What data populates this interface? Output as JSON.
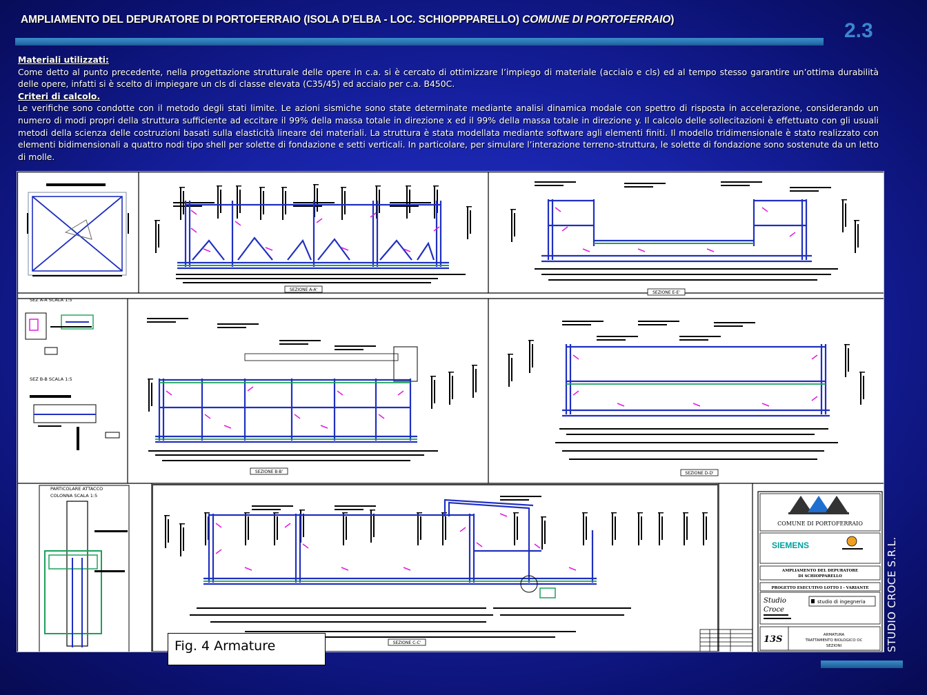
{
  "header": {
    "title_main": "AMPLIAMENTO DEL DEPURATORE DI PORTOFERRAIO (ISOLA D’ELBA - LOC. SCHIOPPPARELLO) ",
    "title_italic": "COMUNE DI PORTOFERRAIO",
    "title_end": ")",
    "slide_number": "2.3"
  },
  "body": {
    "materials_heading": "Materiali utilizzati:",
    "materials_text": "Come detto al punto precedente, nella progettazione strutturale delle opere in c.a. si è cercato di ottimizzare l’impiego di materiale (acciaio e cls) ed al tempo stesso garantire un’ottima durabilità delle opere, infatti si è scelto di impiegare un cls di classe elevata (C35/45) ed acciaio per c.a. B450C.",
    "criteria_heading": "Criteri di calcolo.",
    "criteria_text": "Le verifiche sono condotte con il metodo degli stati limite. Le azioni sismiche sono state determinate mediante analisi dinamica modale con spettro di risposta in accelerazione, considerando un numero di modi propri della struttura sufficiente ad eccitare il 99% della massa totale in direzione x ed il 99% della massa totale in direzione y. Il calcolo delle sollecitazioni è effettuato con gli usuali metodi della scienza delle costruzioni basati sulla elasticità lineare dei materiali. La struttura è stata modellata mediante software agli elementi finiti. Il modello tridimensionale è stato realizzato con elementi  bidimensionali  a  quattro nodi tipo shell per solette di fondazione e setti verticali.  In particolare, per simulare l’interazione terreno-struttura, le solette di fondazione sono sostenute da un letto di molle."
  },
  "drawing": {
    "sections": {
      "a": "SEZIONE A-A'",
      "b": "SEZIONE B-B'",
      "c": "SEZIONE C-C'",
      "d": "SEZIONE D-D'",
      "e": "SEZIONE E-E'"
    },
    "details": {
      "sez_aa": "SEZ A-A SCALA 1:5",
      "sez_bb": "SEZ B-B SCALA 1:5",
      "attacco_line1": "PARTICOLARE ATTACCO",
      "attacco_line2": "COLONNA SCALA 1:5"
    },
    "title_block": {
      "client": "COMUNE DI PORTOFERRAIO",
      "brand": "SIEMENS",
      "project_line1": "AMPLIAMENTO DEL DEPURATORE",
      "project_line2": "DI SCHIOPPARELLO",
      "project_phase": "PROGETTO ESECUTIVO LOTTO I - VARIANTE",
      "studio_line1": "Studio",
      "studio_line2": "Croce",
      "studio_tag": "studio di ingegneria",
      "sheet_number": "13S",
      "sheet_line1": "ARMATURA",
      "sheet_line2": "TRATTAMENTO BIOLOGICO OC",
      "sheet_line3": "SEZIONI"
    }
  },
  "caption": "Fig. 4 Armature",
  "side_label": "STUDIO CROCE S.R.L.",
  "colors": {
    "background": "#1722a6",
    "accent_bar": "#2b74b2",
    "slide_number": "#3c86d0",
    "rebar_blue": "#1f2fc0",
    "rebar_magenta": "#e01ee0",
    "rebar_green": "#1aa05a",
    "siemens": "#00a0a0"
  }
}
